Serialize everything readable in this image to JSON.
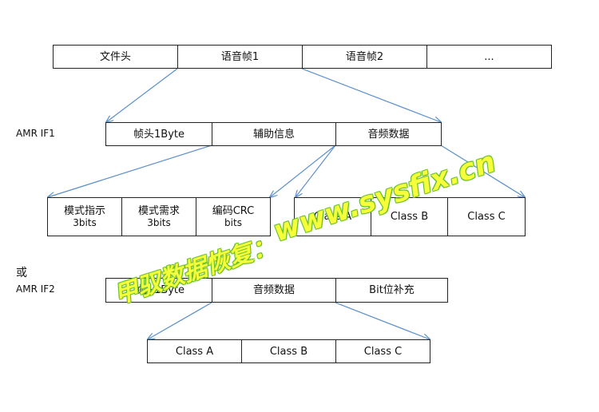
{
  "file_row": [
    "文件头",
    "语音帧1",
    "语音帧2",
    "..."
  ],
  "if1": {
    "label": "AMR IF1",
    "fields": [
      "帧头1Byte",
      "辅助信息",
      "音频数据"
    ]
  },
  "header_breakdown": [
    [
      "模式指示",
      "3bits"
    ],
    [
      "模式需求",
      "3bits"
    ],
    [
      "编码CRC",
      "bits"
    ]
  ],
  "audio_classes_if1": [
    "Class A",
    "Class B",
    "Class C"
  ],
  "or_label": "或",
  "if2": {
    "label": "AMR IF2",
    "fields": [
      "帧头1Byte",
      "音频数据",
      "Bit位补充"
    ]
  },
  "audio_classes_if2": [
    "Class A",
    "Class B",
    "Class C"
  ],
  "watermark": {
    "cn": "甲驭数据恢复：",
    "url": "www.sysfix.cn"
  },
  "colors": {
    "arrow": "#5b8fc9",
    "border": "#222222",
    "watermark_fill": "#f5ff3a",
    "watermark_outline": "#6bbf2a"
  }
}
